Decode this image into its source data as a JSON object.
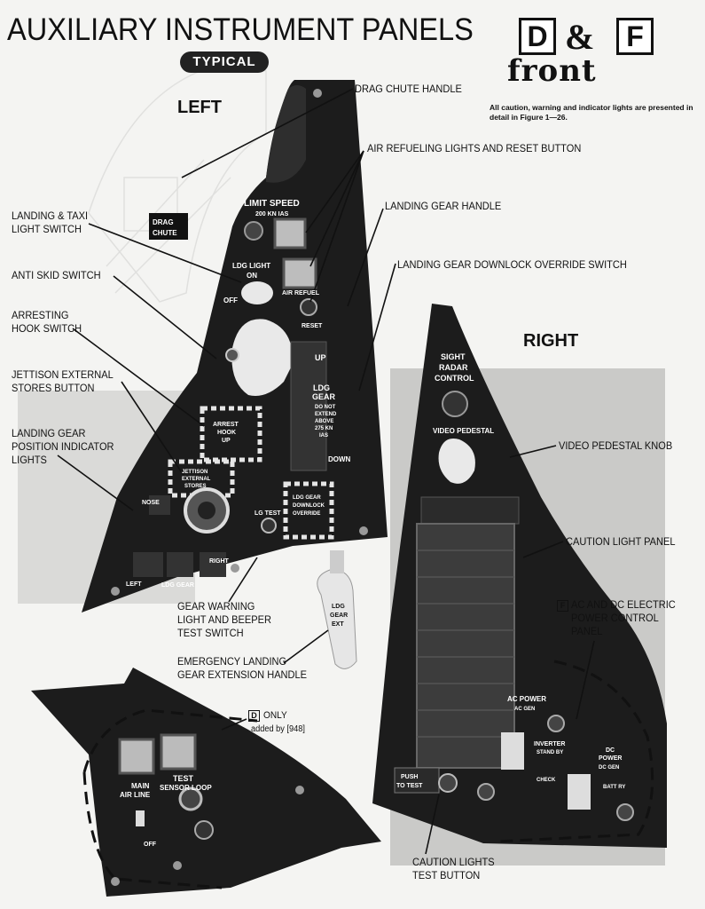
{
  "header": {
    "title": "AUXILIARY INSTRUMENT PANELS",
    "subtitle_badge": "TYPICAL",
    "model_d": "D",
    "ampersand": "&",
    "model_f": "F",
    "front": "front",
    "note": "All caution, warning and indicator lights are presented in detail in Figure 1—26."
  },
  "sections": {
    "left": "LEFT",
    "right": "RIGHT"
  },
  "callouts": {
    "drag_chute_handle": "DRAG CHUTE HANDLE",
    "air_refueling": "AIR REFUELING LIGHTS AND RESET BUTTON",
    "landing_gear_handle": "LANDING GEAR HANDLE",
    "downlock_override": "LANDING GEAR DOWNLOCK OVERRIDE SWITCH",
    "landing_taxi_1": "LANDING & TAXI",
    "landing_taxi_2": "LIGHT SWITCH",
    "anti_skid": "ANTI SKID SWITCH",
    "arresting_1": "ARRESTING",
    "arresting_2": "HOOK SWITCH",
    "jettison_1": "JETTISON EXTERNAL",
    "jettison_2": "STORES BUTTON",
    "lg_pos_1": "LANDING GEAR",
    "lg_pos_2": "POSITION INDICATOR",
    "lg_pos_3": "LIGHTS",
    "gear_warn_1": "GEAR WARNING",
    "gear_warn_2": "LIGHT AND BEEPER",
    "gear_warn_3": "TEST SWITCH",
    "emerg_1": "EMERGENCY LANDING",
    "emerg_2": "GEAR EXTENSION HANDLE",
    "d_only_box": "D",
    "d_only_1": "ONLY",
    "d_only_2": "added by [948]",
    "video_pedestal_knob": "VIDEO PEDESTAL KNOB",
    "caution_light_panel": "CAUTION LIGHT PANEL",
    "f_box": "F",
    "acdc_1": "AC AND DC ELECTRIC",
    "acdc_2": "POWER CONTROL",
    "acdc_3": "PANEL",
    "caution_test_1": "CAUTION LIGHTS",
    "caution_test_2": "TEST BUTTON"
  },
  "panel_text": {
    "drag_chute_1": "DRAG",
    "drag_chute_2": "CHUTE",
    "limit_speed": "LIMIT SPEED",
    "limit_speed_2": "200 KN IAS",
    "ldg_light": "LDG LIGHT",
    "on": "ON",
    "off": "OFF",
    "air_refuel": "AIR REFUEL",
    "reset": "RESET",
    "up": "UP",
    "down": "DOWN",
    "ldg_gear": "LDG",
    "ldg_gear_2": "GEAR",
    "do_not_1": "DO NOT",
    "do_not_2": "EXTEND",
    "do_not_3": "ABOVE",
    "do_not_4": "275 KN",
    "do_not_5": "IAS",
    "arrest_1": "ARREST",
    "arrest_2": "HOOK",
    "arrest_3": "UP",
    "jettison_1": "JETTISON",
    "jettison_2": "EXTERNAL",
    "jettison_3": "STORES",
    "lg_downlock_1": "LDG GEAR",
    "lg_downlock_2": "DOWNLOCK",
    "lg_downlock_3": "OVERRIDE",
    "nose": "NOSE",
    "left": "LEFT",
    "right": "RIGHT",
    "ldg_gear_lbl": "LDG GEAR",
    "lg_test": "LG TEST",
    "emerg_handle_1": "LDG",
    "emerg_handle_2": "GEAR",
    "emerg_handle_3": "EXT",
    "sight_1": "SIGHT",
    "sight_2": "RADAR",
    "sight_3": "CONTROL",
    "video_pedestal": "VIDEO PEDESTAL",
    "ac_power": "AC POWER",
    "ac_gen": "AC GEN",
    "inverter": "INVERTER",
    "standby": "STAND BY",
    "check": "CHECK",
    "dc_power": "DC",
    "dc_power_2": "POWER",
    "dc_gen": "DC GEN",
    "batt": "BATT RY",
    "push_1": "PUSH",
    "push_2": "TO TEST",
    "main_air_1": "MAIN",
    "main_air_2": "AIR LINE",
    "test_1": "TEST",
    "test_2": "SENSOR LOOP",
    "off_small": "OFF"
  }
}
